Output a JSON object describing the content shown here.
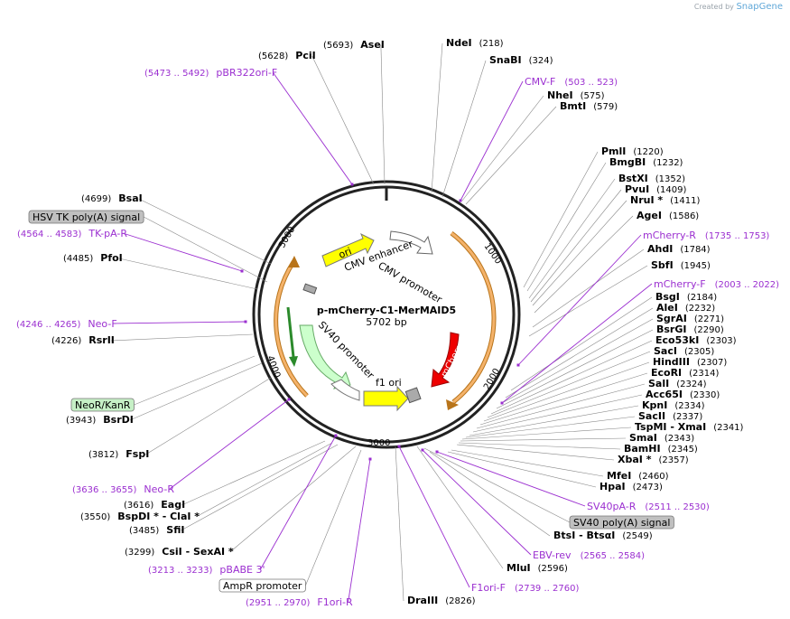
{
  "brand": {
    "created_by": "Created by",
    "name": "SnapGene"
  },
  "plasmid": {
    "name": "p-mCherry-C1-MerMAID5",
    "size": "5702 bp"
  },
  "ticks": [
    "1000",
    "2000",
    "3000",
    "4000",
    "5000"
  ],
  "sites_right": [
    {
      "name": "NdeI",
      "pos": "(218)"
    },
    {
      "name": "SnaBI",
      "pos": "(324)"
    },
    {
      "name": "NheI",
      "pos": "(575)"
    },
    {
      "name": "BmtI",
      "pos": "(579)"
    },
    {
      "name": "PmlI",
      "pos": "(1220)"
    },
    {
      "name": "BmgBI",
      "pos": "(1232)"
    },
    {
      "name": "BstXI",
      "pos": "(1352)"
    },
    {
      "name": "PvuI",
      "pos": "(1409)"
    },
    {
      "name": "NruI *",
      "pos": "(1411)"
    },
    {
      "name": "AgeI",
      "pos": "(1586)"
    },
    {
      "name": "AhdI",
      "pos": "(1784)"
    },
    {
      "name": "SbfI",
      "pos": "(1945)"
    },
    {
      "name": "BsgI",
      "pos": "(2184)"
    },
    {
      "name": "AleI",
      "pos": "(2232)"
    },
    {
      "name": "SgrAI",
      "pos": "(2271)"
    },
    {
      "name": "BsrGI",
      "pos": "(2290)"
    },
    {
      "name": "Eco53kI",
      "pos": "(2303)"
    },
    {
      "name": "SacI",
      "pos": "(2305)"
    },
    {
      "name": "HindIII",
      "pos": "(2307)"
    },
    {
      "name": "EcoRI",
      "pos": "(2314)"
    },
    {
      "name": "SalI",
      "pos": "(2324)"
    },
    {
      "name": "Acc65I",
      "pos": "(2330)"
    },
    {
      "name": "KpnI",
      "pos": "(2334)"
    },
    {
      "name": "SacII",
      "pos": "(2337)"
    },
    {
      "name": "TspMI - XmaI",
      "pos": "(2341)"
    },
    {
      "name": "SmaI",
      "pos": "(2343)"
    },
    {
      "name": "BamHI",
      "pos": "(2345)"
    },
    {
      "name": "XbaI *",
      "pos": "(2357)"
    },
    {
      "name": "MfeI",
      "pos": "(2460)"
    },
    {
      "name": "HpaI",
      "pos": "(2473)"
    },
    {
      "name": "BtsI - BtsαI",
      "pos": "(2549)"
    },
    {
      "name": "MluI",
      "pos": "(2596)"
    },
    {
      "name": "DraIII",
      "pos": "(2826)"
    }
  ],
  "sites_left": [
    {
      "name": "AseI",
      "pos": "(5693)"
    },
    {
      "name": "PciI",
      "pos": "(5628)"
    },
    {
      "name": "BsaI",
      "pos": "(4699)"
    },
    {
      "name": "PfoI",
      "pos": "(4485)"
    },
    {
      "name": "RsrII",
      "pos": "(4226)"
    },
    {
      "name": "BsrDI",
      "pos": "(3943)"
    },
    {
      "name": "FspI",
      "pos": "(3812)"
    },
    {
      "name": "EagI",
      "pos": "(3616)"
    },
    {
      "name": "BspDI * - ClaI *",
      "pos": "(3550)"
    },
    {
      "name": "SfiI",
      "pos": "(3485)"
    },
    {
      "name": "CsiI - SexAI *",
      "pos": "(3299)"
    }
  ],
  "primers": [
    {
      "name": "CMV-F",
      "range": "(503 .. 523)"
    },
    {
      "name": "mCherry-R",
      "range": "(1735 .. 1753)"
    },
    {
      "name": "mCherry-F",
      "range": "(2003 .. 2022)"
    },
    {
      "name": "SV40pA-R",
      "range": "(2511 .. 2530)"
    },
    {
      "name": "EBV-rev",
      "range": "(2565 .. 2584)"
    },
    {
      "name": "F1ori-F",
      "range": "(2739 .. 2760)"
    },
    {
      "name": "F1ori-R",
      "range": "(2951 .. 2970)"
    },
    {
      "name": "pBABE 3'",
      "range": "(3213 .. 3233)"
    },
    {
      "name": "Neo-R",
      "range": "(3636 .. 3655)"
    },
    {
      "name": "Neo-F",
      "range": "(4246 .. 4265)"
    },
    {
      "name": "TK-pA-R",
      "range": "(4564 .. 4583)"
    },
    {
      "name": "pBR322ori-F",
      "range": "(5473 .. 5492)"
    }
  ],
  "boxed_features": [
    {
      "name": "HSV TK poly(A) signal",
      "color": "#c0c0c0"
    },
    {
      "name": "NeoR/KanR",
      "color": "#c6f0c6"
    },
    {
      "name": "SV40 poly(A) signal",
      "color": "#c0c0c0"
    },
    {
      "name": "AmpR promoter",
      "color": "#ffffff"
    }
  ],
  "inner_features": [
    {
      "name": "ori",
      "color": "#ffff00"
    },
    {
      "name": "CMV enhancer",
      "color": "#ffffff"
    },
    {
      "name": "CMV promoter",
      "color": "#ffffff"
    },
    {
      "name": "mCherry",
      "color": "#ee0000"
    },
    {
      "name": "f1 ori",
      "color": "#ffff00"
    },
    {
      "name": "SV40 promoter",
      "color": "#ccffcc"
    }
  ]
}
